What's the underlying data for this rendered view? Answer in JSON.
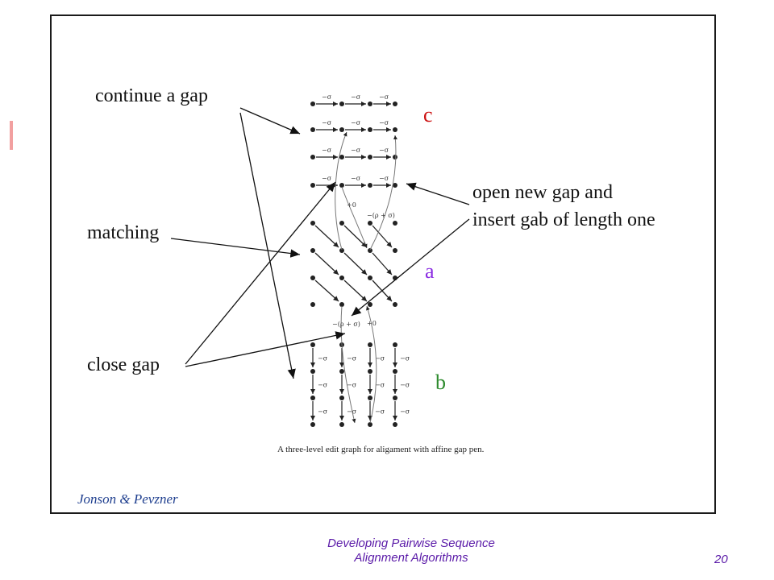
{
  "diagram": {
    "labels": {
      "continue_gap": "continue a gap",
      "matching": "matching",
      "close_gap": "close gap",
      "open_gap_line1": "open new gap and",
      "open_gap_line2": "insert gab of length one"
    },
    "levels": {
      "c": "c",
      "a": "a",
      "b": "b"
    },
    "edge_labels": {
      "sigma": "−σ",
      "plus0": "+0",
      "rho_sigma": "−(ρ + σ)"
    },
    "caption": "A three-level edit graph for aligament with affine gap pen."
  },
  "credit": "Jonson & Pevzner",
  "footer": {
    "line1": "Developing Pairwise Sequence",
    "line2": "Alignment Algorithms",
    "page": "20"
  },
  "colors": {
    "level_c": "#cc1111",
    "level_a": "#8a2be2",
    "level_b": "#2e8b2e",
    "footer": "#5a1aa8",
    "credit": "#1f3f8f"
  }
}
